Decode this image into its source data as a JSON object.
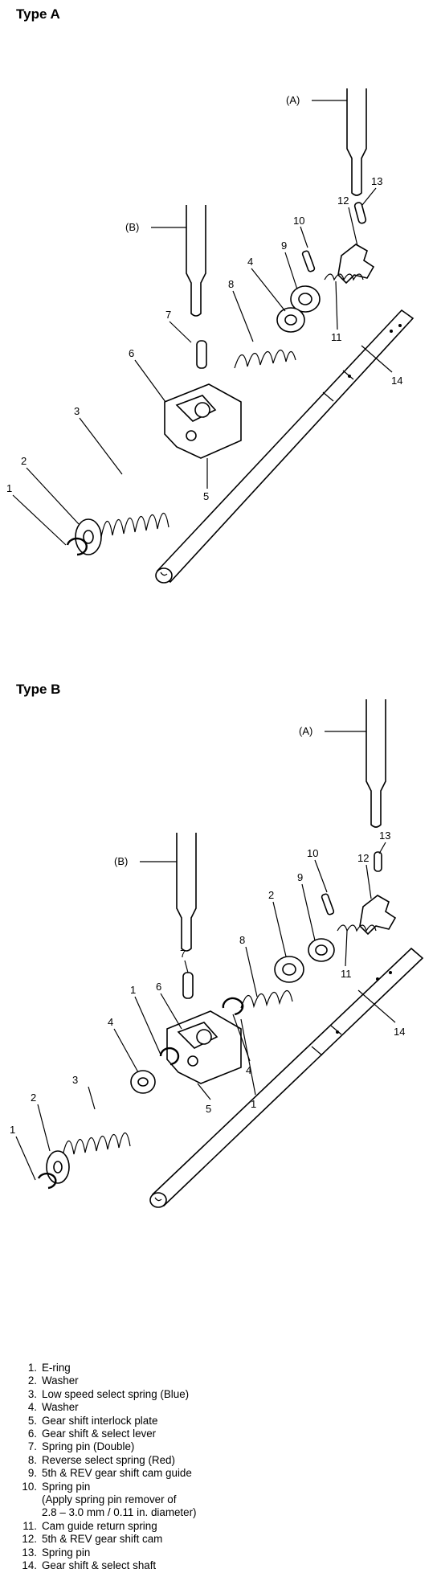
{
  "type_a": {
    "title": "Type A",
    "callouts": {
      "tool_a": "(A)",
      "tool_b": "(B)",
      "n1": "1",
      "n2": "2",
      "n3": "3",
      "n4": "4",
      "n5": "5",
      "n6": "6",
      "n7": "7",
      "n8": "8",
      "n9": "9",
      "n10": "10",
      "n11": "11",
      "n12": "12",
      "n13": "13",
      "n14": "14"
    }
  },
  "type_b": {
    "title": "Type B",
    "callouts": {
      "tool_a": "(A)",
      "tool_b": "(B)",
      "n1a": "1",
      "n1b": "1",
      "n1c": "1",
      "n2a": "2",
      "n2b": "2",
      "n3": "3",
      "n4a": "4",
      "n4b": "4",
      "n5": "5",
      "n6": "6",
      "n7": "7",
      "n8": "8",
      "n9": "9",
      "n10": "10",
      "n11": "11",
      "n12": "12",
      "n13": "13",
      "n14": "14"
    }
  },
  "legend": {
    "items": [
      {
        "num": "1.",
        "text": "E-ring"
      },
      {
        "num": "2.",
        "text": "Washer"
      },
      {
        "num": "3.",
        "text": "Low speed select spring (Blue)"
      },
      {
        "num": "4.",
        "text": "Washer"
      },
      {
        "num": "5.",
        "text": "Gear shift interlock plate"
      },
      {
        "num": "6.",
        "text": "Gear shift & select lever"
      },
      {
        "num": "7.",
        "text": "Spring pin (Double)"
      },
      {
        "num": "8.",
        "text": "Reverse select spring (Red)"
      },
      {
        "num": "9.",
        "text": "5th & REV gear shift cam guide"
      },
      {
        "num": "10.",
        "text": "Spring pin"
      },
      {
        "num": "",
        "text": "(Apply spring pin remover of"
      },
      {
        "num": "",
        "text": "2.8 – 3.0 mm / 0.11 in. diameter)"
      },
      {
        "num": "11.",
        "text": "Cam guide return spring"
      },
      {
        "num": "12.",
        "text": "5th & REV gear shift cam"
      },
      {
        "num": "13.",
        "text": "Spring pin"
      },
      {
        "num": "14.",
        "text": "Gear shift & select shaft"
      }
    ]
  }
}
